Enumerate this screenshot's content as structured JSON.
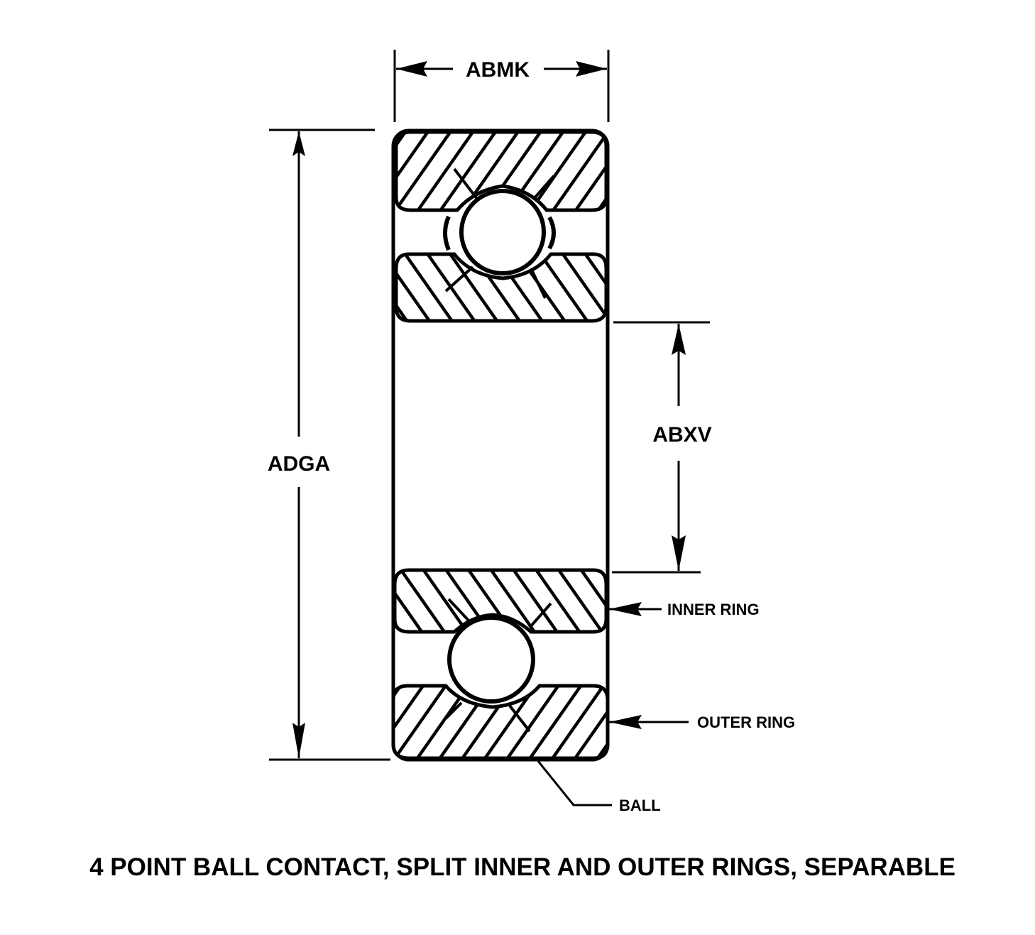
{
  "diagram": {
    "title": "4 POINT BALL CONTACT, SPLIT INNER AND OUTER RINGS, SEPARABLE",
    "dimensions": {
      "width": "ABMK",
      "outer_diameter": "ADGA",
      "bore": "ABXV"
    },
    "callouts": {
      "inner_ring": "INNER RING",
      "outer_ring": "OUTER RING",
      "ball": "BALL"
    },
    "colors": {
      "ink": "#000000",
      "paper": "#ffffff"
    }
  }
}
